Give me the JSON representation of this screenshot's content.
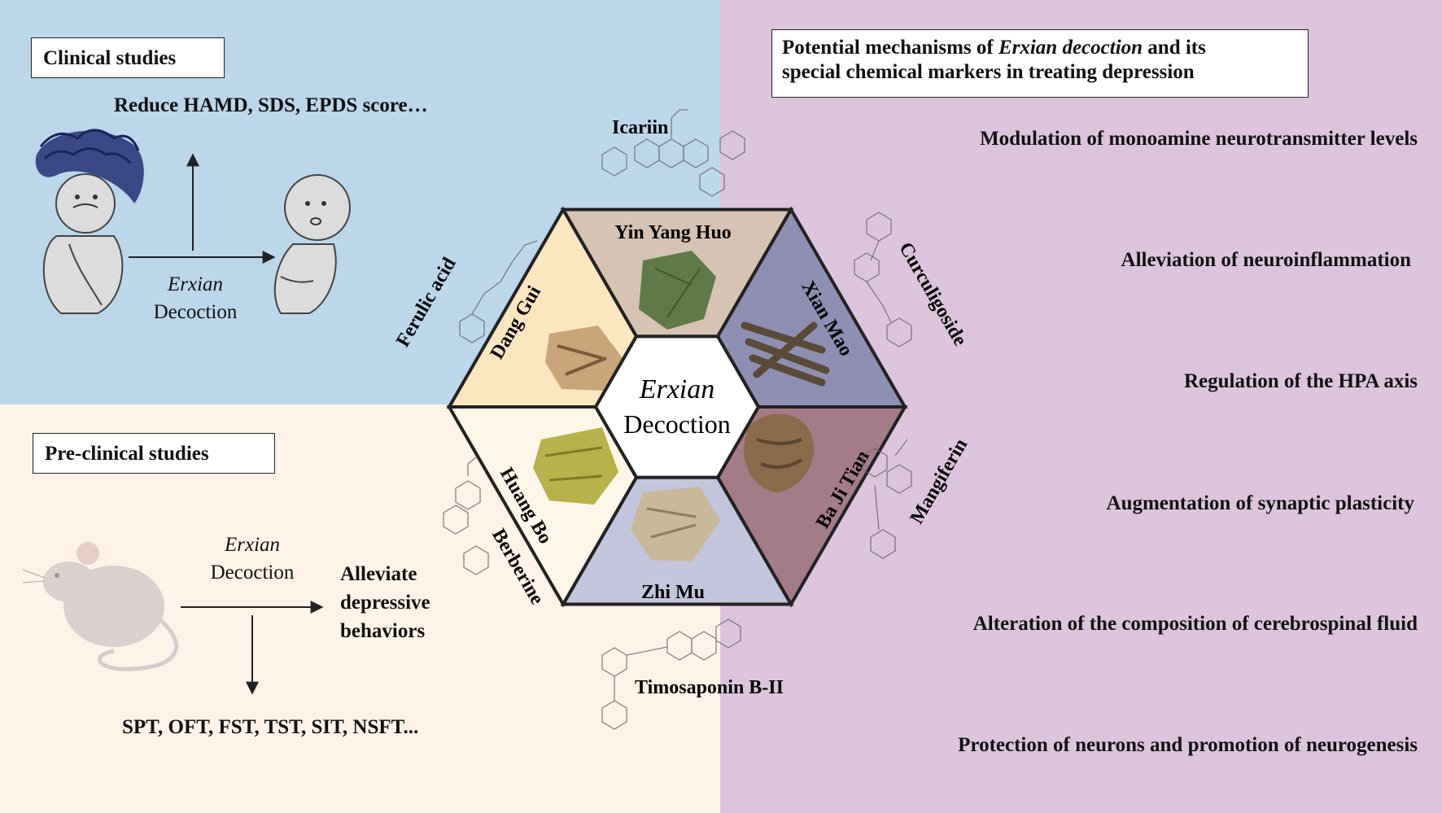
{
  "clinical": {
    "title": "Clinical studies",
    "outcome": "Reduce HAMD, SDS, EPDS score…",
    "treatment_line1": "Erxian",
    "treatment_line2": "Decoction"
  },
  "preclinical": {
    "title": "Pre-clinical studies",
    "treatment_line1": "Erxian",
    "treatment_line2": "Decoction",
    "effect_line1": "Alleviate",
    "effect_line2": "depressive",
    "effect_line3": "behaviors",
    "tests": "SPT, OFT, FST, TST, SIT, NSFT..."
  },
  "mechanisms": {
    "title_part1": "Potential mechanisms of ",
    "title_italic": "Erxian decoction",
    "title_part2": " and its",
    "title_line2": "special chemical markers in treating depression",
    "items": [
      "Modulation of monoamine neurotransmitter levels",
      "Alleviation of neuroinflammation",
      "Regulation of the HPA axis",
      "Augmentation of synaptic plasticity",
      "Alteration of the composition of cerebrospinal fluid",
      "Protection of neurons and promotion of neurogenesis"
    ]
  },
  "hexagon": {
    "center_line1": "Erxian",
    "center_line2": "Decoction",
    "herbs": {
      "top": "Yin Yang Huo",
      "upper_right": "Xian Mao",
      "lower_right": "Ba Ji Tian",
      "bottom": "Zhi Mu",
      "lower_left": "Huang Bo",
      "upper_left": "Dang Gui"
    },
    "colors": {
      "top": "#d6c3b3",
      "upper_right": "#8e8fb3",
      "lower_right": "#a47c87",
      "bottom": "#c3c5dc",
      "lower_left": "#fdf7ea",
      "upper_left": "#fbe7bf"
    }
  },
  "compounds": {
    "icariin": "Icariin",
    "curculigoside": "Curculigoside",
    "mangiferin": "Mangiferin",
    "timosaponin": "Timosaponin B-II",
    "berberine": "Berberine",
    "ferulic_acid": "Ferulic acid"
  }
}
